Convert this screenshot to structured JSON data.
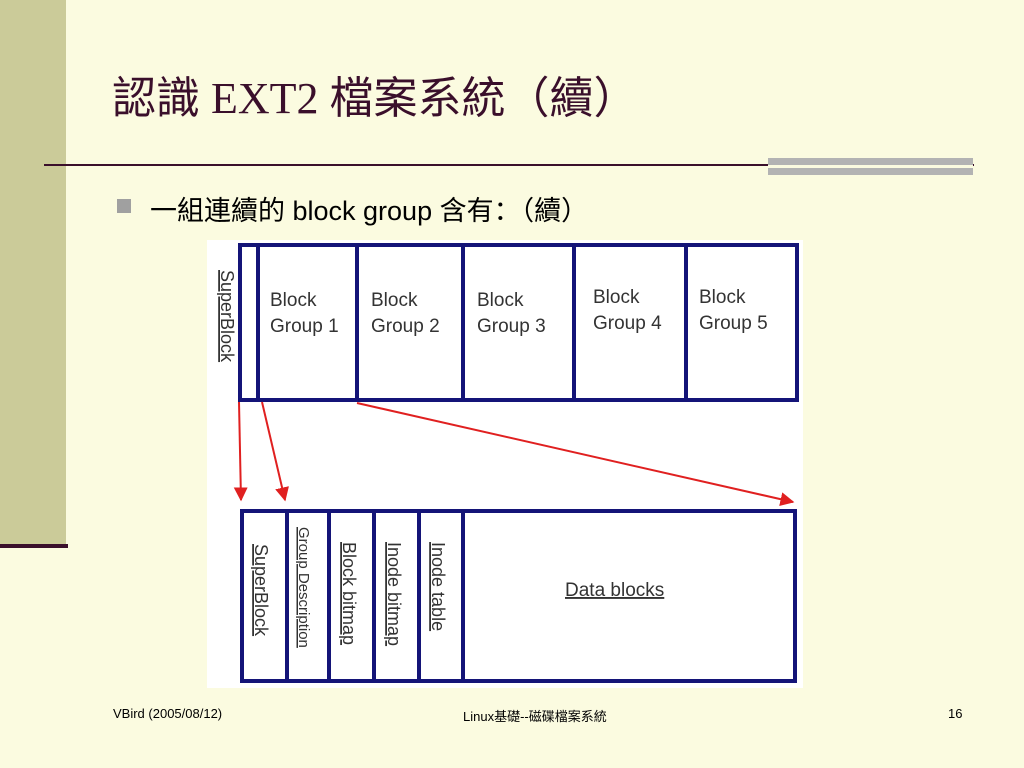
{
  "slide": {
    "title": "認識 EXT2 檔案系統（續）",
    "bullet": "一組連續的 block group 含有：（續）",
    "footer_left": "VBird (2005/08/12)",
    "footer_center": "Linux基礎--磁碟檔案系統",
    "page_number": "16"
  },
  "diagram": {
    "top_row": {
      "superblock": "SuperBlock",
      "groups": [
        [
          "Block",
          "Group 1"
        ],
        [
          "Block",
          "Group 2"
        ],
        [
          "Block",
          "Group 3"
        ],
        [
          "Block",
          "Group 4"
        ],
        [
          "Block",
          "Group 5"
        ]
      ]
    },
    "bottom_row": {
      "vertical_fields": [
        "SuperBlock",
        "Group Description",
        "Block bitmap",
        "Inode bitmap",
        "Inode table"
      ],
      "data_field": "Data blocks"
    }
  },
  "colors": {
    "box_border": "#141478",
    "arrow": "#e02020",
    "title": "#3a0f2b"
  }
}
